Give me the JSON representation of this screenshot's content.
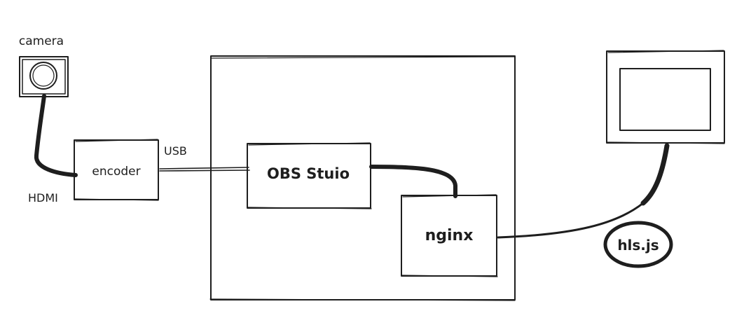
{
  "nodes": {
    "camera": "camera",
    "encoder": "encoder",
    "obs": "OBS Stuio",
    "nginx": "nginx",
    "hlsjs": "hls.js"
  },
  "edges": {
    "hdmi": "HDMI",
    "usb": "USB"
  },
  "colors": {
    "stroke": "#1e1e1e",
    "highlight": "#e03131"
  }
}
